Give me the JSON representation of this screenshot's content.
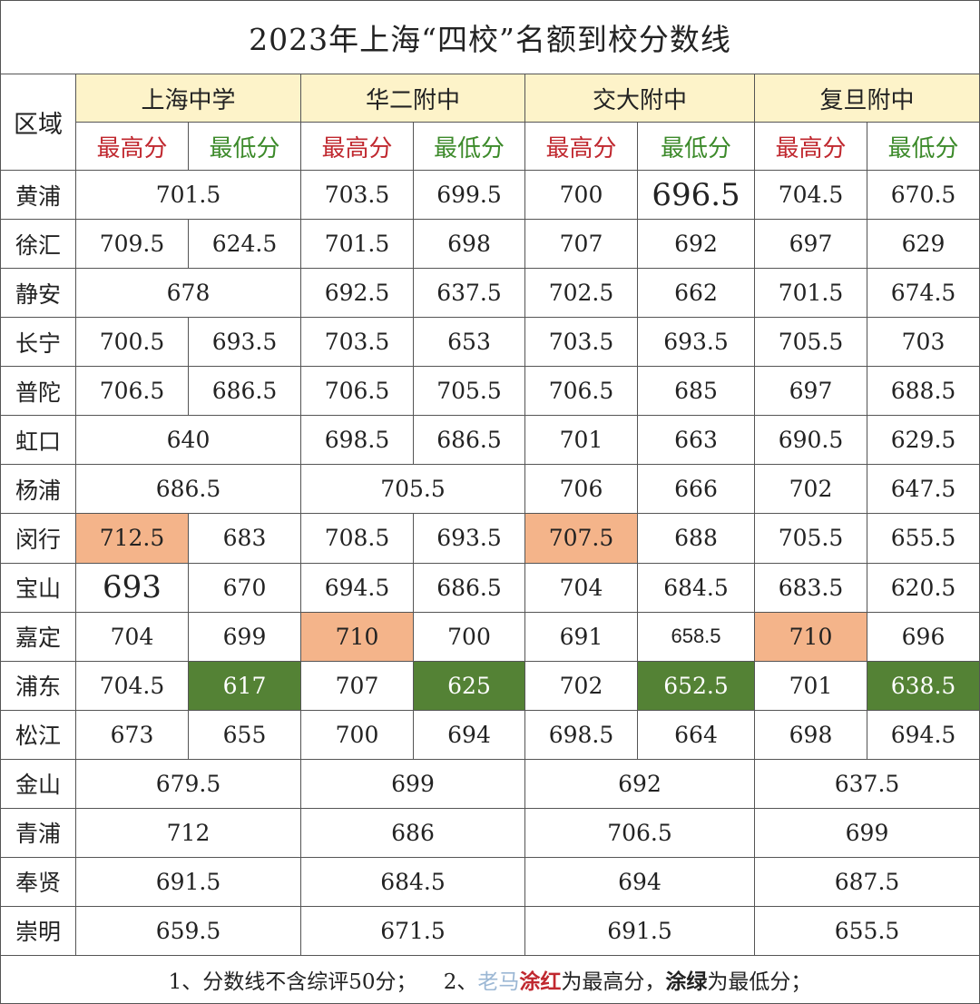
{
  "title": "2023年上海“四校”名额到校分数线",
  "region_header": "区域",
  "schools": [
    "上海中学",
    "华二附中",
    "交大附中",
    "复旦附中"
  ],
  "max_label": "最高分",
  "min_label": "最低分",
  "rows": [
    {
      "region": "黄浦",
      "cells": [
        {
          "text": "701.5",
          "span": 2
        },
        {
          "text": "703.5"
        },
        {
          "text": "699.5"
        },
        {
          "text": "700"
        },
        {
          "text": "696.5",
          "style": "big"
        },
        {
          "text": "704.5"
        },
        {
          "text": "670.5"
        }
      ]
    },
    {
      "region": "徐汇",
      "cells": [
        {
          "text": "709.5"
        },
        {
          "text": "624.5"
        },
        {
          "text": "701.5"
        },
        {
          "text": "698"
        },
        {
          "text": "707"
        },
        {
          "text": "692"
        },
        {
          "text": "697"
        },
        {
          "text": "629"
        }
      ]
    },
    {
      "region": "静安",
      "cells": [
        {
          "text": "678",
          "span": 2
        },
        {
          "text": "692.5"
        },
        {
          "text": "637.5"
        },
        {
          "text": "702.5"
        },
        {
          "text": "662"
        },
        {
          "text": "701.5"
        },
        {
          "text": "674.5"
        }
      ]
    },
    {
      "region": "长宁",
      "cells": [
        {
          "text": "700.5"
        },
        {
          "text": "693.5"
        },
        {
          "text": "703.5"
        },
        {
          "text": "653"
        },
        {
          "text": "703.5"
        },
        {
          "text": "693.5"
        },
        {
          "text": "705.5"
        },
        {
          "text": "703"
        }
      ]
    },
    {
      "region": "普陀",
      "cells": [
        {
          "text": "706.5"
        },
        {
          "text": "686.5"
        },
        {
          "text": "706.5"
        },
        {
          "text": "705.5"
        },
        {
          "text": "706.5"
        },
        {
          "text": "685"
        },
        {
          "text": "697"
        },
        {
          "text": "688.5"
        }
      ]
    },
    {
      "region": "虹口",
      "cells": [
        {
          "text": "640",
          "span": 2
        },
        {
          "text": "698.5"
        },
        {
          "text": "686.5"
        },
        {
          "text": "701"
        },
        {
          "text": "663"
        },
        {
          "text": "690.5"
        },
        {
          "text": "629.5"
        }
      ]
    },
    {
      "region": "杨浦",
      "cells": [
        {
          "text": "686.5",
          "span": 2
        },
        {
          "text": "705.5",
          "span": 2
        },
        {
          "text": "706"
        },
        {
          "text": "666"
        },
        {
          "text": "702"
        },
        {
          "text": "647.5"
        }
      ]
    },
    {
      "region": "闵行",
      "cells": [
        {
          "text": "712.5",
          "highlight": "max"
        },
        {
          "text": "683"
        },
        {
          "text": "708.5"
        },
        {
          "text": "693.5"
        },
        {
          "text": "707.5",
          "highlight": "max"
        },
        {
          "text": "688"
        },
        {
          "text": "705.5"
        },
        {
          "text": "655.5"
        }
      ]
    },
    {
      "region": "宝山",
      "cells": [
        {
          "text": "693",
          "style": "big"
        },
        {
          "text": "670"
        },
        {
          "text": "694.5"
        },
        {
          "text": "686.5"
        },
        {
          "text": "704"
        },
        {
          "text": "684.5"
        },
        {
          "text": "683.5"
        },
        {
          "text": "620.5"
        }
      ]
    },
    {
      "region": "嘉定",
      "cells": [
        {
          "text": "704"
        },
        {
          "text": "699"
        },
        {
          "text": "710",
          "highlight": "max"
        },
        {
          "text": "700"
        },
        {
          "text": "691"
        },
        {
          "text": "658.5",
          "style": "sans-bold"
        },
        {
          "text": "710",
          "highlight": "max"
        },
        {
          "text": "696"
        }
      ]
    },
    {
      "region": "浦东",
      "cells": [
        {
          "text": "704.5"
        },
        {
          "text": "617",
          "highlight": "min"
        },
        {
          "text": "707"
        },
        {
          "text": "625",
          "highlight": "min"
        },
        {
          "text": "702"
        },
        {
          "text": "652.5",
          "highlight": "min"
        },
        {
          "text": "701"
        },
        {
          "text": "638.5",
          "highlight": "min"
        }
      ]
    },
    {
      "region": "松江",
      "cells": [
        {
          "text": "673"
        },
        {
          "text": "655"
        },
        {
          "text": "700"
        },
        {
          "text": "694"
        },
        {
          "text": "698.5"
        },
        {
          "text": "664"
        },
        {
          "text": "698"
        },
        {
          "text": "694.5"
        }
      ]
    },
    {
      "region": "金山",
      "cells": [
        {
          "text": "679.5",
          "span": 2
        },
        {
          "text": "699",
          "span": 2
        },
        {
          "text": "692",
          "span": 2
        },
        {
          "text": "637.5",
          "span": 2
        }
      ]
    },
    {
      "region": "青浦",
      "cells": [
        {
          "text": "712",
          "span": 2
        },
        {
          "text": "686",
          "span": 2
        },
        {
          "text": "706.5",
          "span": 2
        },
        {
          "text": "699",
          "span": 2
        }
      ]
    },
    {
      "region": "奉贤",
      "cells": [
        {
          "text": "691.5",
          "span": 2
        },
        {
          "text": "684.5",
          "span": 2
        },
        {
          "text": "694",
          "span": 2
        },
        {
          "text": "687.5",
          "span": 2
        }
      ]
    },
    {
      "region": "崇明",
      "cells": [
        {
          "text": "659.5",
          "span": 2
        },
        {
          "text": "671.5",
          "span": 2
        },
        {
          "text": "691.5",
          "span": 2
        },
        {
          "text": "655.5",
          "span": 2
        }
      ]
    }
  ],
  "footer": {
    "note1": "1、分数线不含综评50分；",
    "note2_prefix": "2、",
    "red_word": "涂红",
    "red_suffix": "为最高分，",
    "green_word": "涂绿",
    "green_suffix": "为最低分；",
    "watermark": "老马"
  },
  "colors": {
    "header_bg": "#fdf3c9",
    "max_text": "#c0282f",
    "min_text": "#3c8a2a",
    "highlight_max": "#f4b48a",
    "highlight_min": "#548235"
  }
}
